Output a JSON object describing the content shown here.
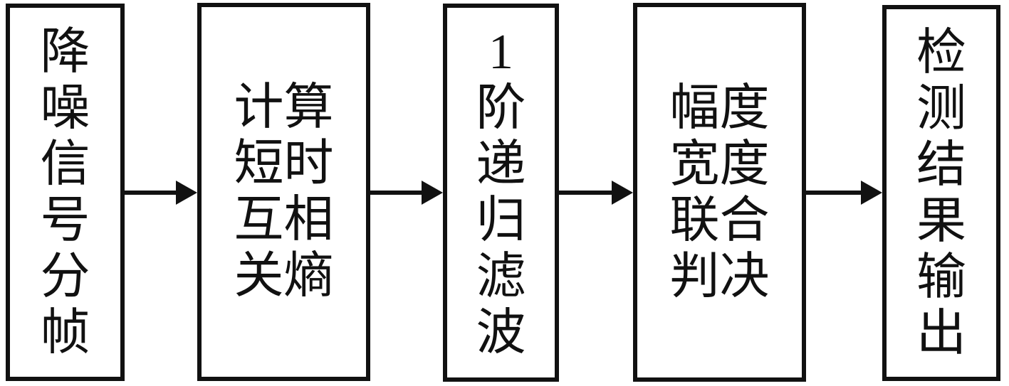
{
  "diagram": {
    "type": "flowchart",
    "direction": "left-to-right",
    "colors": {
      "stroke": "#111111",
      "background": "#ffffff",
      "text": "#111111"
    },
    "nodes": [
      {
        "id": "node-1",
        "label": "降噪信号分帧",
        "chars_per_line": 1
      },
      {
        "id": "node-2",
        "label": "计算短时互相关熵",
        "chars_per_line": 2
      },
      {
        "id": "node-3",
        "label": "1阶递归滤波",
        "chars_per_line": 1
      },
      {
        "id": "node-4",
        "label": "幅度宽度联合判决",
        "chars_per_line": 2
      },
      {
        "id": "node-5",
        "label": "检测结果输出",
        "chars_per_line": 1
      }
    ],
    "connections": [
      {
        "from": "node-1",
        "to": "node-2",
        "type": "arrow-right"
      },
      {
        "from": "node-2",
        "to": "node-3",
        "type": "arrow-right"
      },
      {
        "from": "node-3",
        "to": "node-4",
        "type": "arrow-right"
      },
      {
        "from": "node-4",
        "to": "node-5",
        "type": "arrow-right"
      }
    ]
  }
}
